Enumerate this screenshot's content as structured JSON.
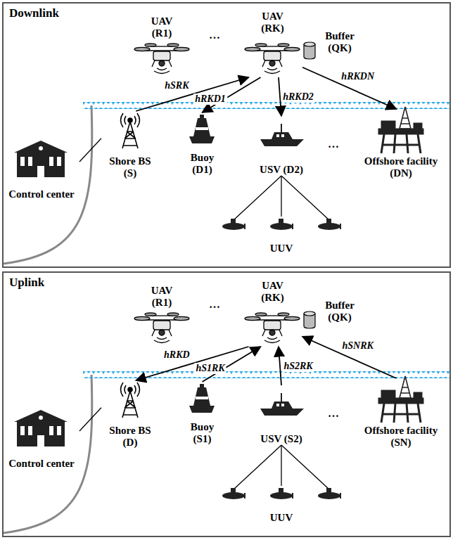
{
  "diagram": {
    "nodes": [
      {
        "text": [
          "Downlink"
        ]
      },
      {
        "text": [
          "UAV (R1)"
        ],
        "in": 0
      },
      {
        "text": [
          "UAV (RK)",
          "Buffer (QK)"
        ],
        "in": 0
      },
      {
        "text": [
          "Shore BS (S)"
        ],
        "in": 0
      },
      {
        "text": [
          "Control center"
        ],
        "in": 0
      },
      {
        "text": [
          "Buoy (D1)"
        ],
        "in": 0
      },
      {
        "text": [
          "USV (D2)"
        ],
        "in": 0
      },
      {
        "text": [
          "Offshore facility (DN)"
        ],
        "in": 0
      },
      {
        "text": [
          "UUV"
        ],
        "in": 0
      },
      {
        "text": [
          "Uplink"
        ]
      },
      {
        "text": [
          "UAV (R1)"
        ],
        "in": 9
      },
      {
        "text": [
          "UAV (RK)",
          "Buffer (QK)"
        ],
        "in": 9
      },
      {
        "text": [
          "Shore BS (D)"
        ],
        "in": 9
      },
      {
        "text": [
          "Control center"
        ],
        "in": 9
      },
      {
        "text": [
          "Buoy (S1)"
        ],
        "in": 9
      },
      {
        "text": [
          "USV (S2)"
        ],
        "in": 9
      },
      {
        "text": [
          "Offshore facility (SN)"
        ],
        "in": 9
      },
      {
        "text": [
          "UUV"
        ],
        "in": 9
      }
    ],
    "edges": [
      {
        "from": 3,
        "to": 2,
        "arrow": "to",
        "label": "hSRK"
      },
      {
        "from": 2,
        "to": 5,
        "arrow": "to",
        "label": "hRKD1"
      },
      {
        "from": 2,
        "to": 6,
        "arrow": "to",
        "label": "hRKD2"
      },
      {
        "from": 2,
        "to": 7,
        "arrow": "to",
        "label": "hRKDN"
      },
      {
        "from": 4,
        "to": 3,
        "arrow": "none"
      },
      {
        "from": 6,
        "to": 8,
        "arrow": "none"
      },
      {
        "from": 11,
        "to": 12,
        "arrow": "to",
        "label": "hRKD"
      },
      {
        "from": 14,
        "to": 11,
        "arrow": "to",
        "label": "hS1RK"
      },
      {
        "from": 15,
        "to": 11,
        "arrow": "to",
        "label": "hS2RK"
      },
      {
        "from": 16,
        "to": 11,
        "arrow": "to",
        "label": "hSNRK"
      },
      {
        "from": 13,
        "to": 12,
        "arrow": "none"
      },
      {
        "from": 15,
        "to": 17,
        "arrow": "none"
      }
    ],
    "labels": [
      "…",
      "…",
      "…",
      "…"
    ]
  }
}
